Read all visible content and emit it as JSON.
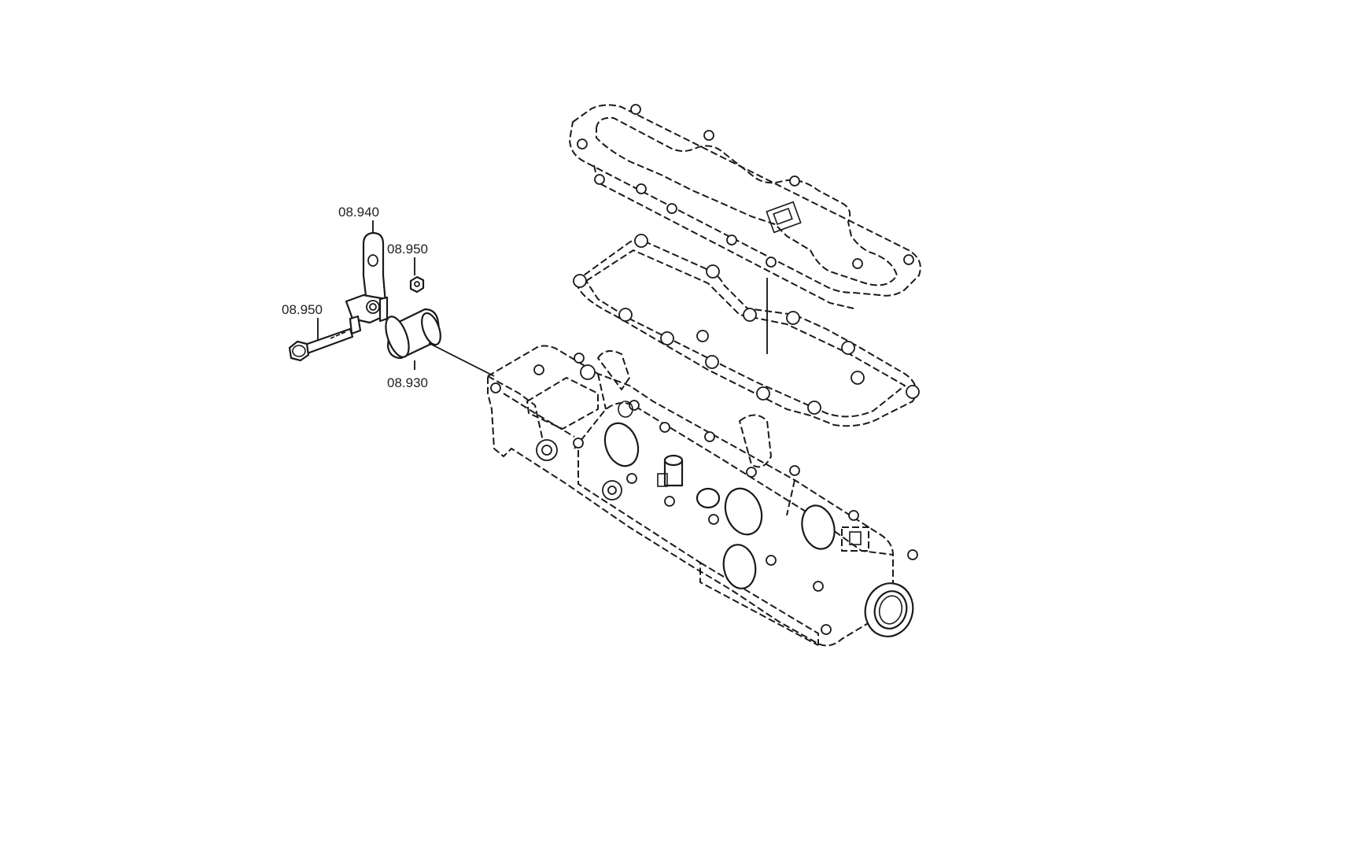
{
  "callouts": {
    "bracket": "08.940",
    "nut": "08.950",
    "bolt": "08.950",
    "sleeve": "08.930"
  }
}
